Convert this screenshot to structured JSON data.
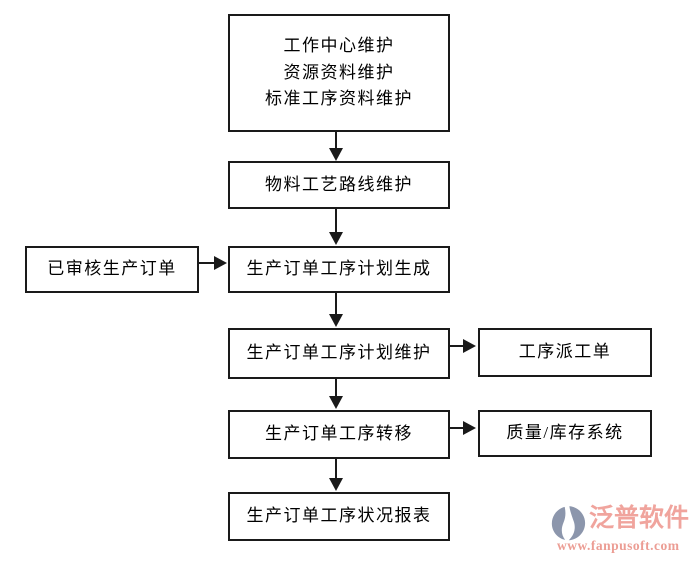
{
  "diagram": {
    "title": "production-order-process-flow",
    "nodes": {
      "master_data": {
        "line1": "工作中心维护",
        "line2": "资源资料维护",
        "line3": "标准工序资料维护"
      },
      "routing": {
        "label": "物料工艺路线维护"
      },
      "approved_order": {
        "label": "已审核生产订单"
      },
      "plan_generate": {
        "label": "生产订单工序计划生成"
      },
      "plan_maintain": {
        "label": "生产订单工序计划维护"
      },
      "dispatch": {
        "label": "工序派工单"
      },
      "transfer": {
        "label": "生产订单工序转移"
      },
      "quality_inventory": {
        "label": "质量/库存系统"
      },
      "status_report": {
        "label": "生产订单工序状况报表"
      }
    },
    "edges": [
      {
        "from": "master_data",
        "to": "routing",
        "direction": "down"
      },
      {
        "from": "routing",
        "to": "plan_generate",
        "direction": "down"
      },
      {
        "from": "approved_order",
        "to": "plan_generate",
        "direction": "right"
      },
      {
        "from": "plan_generate",
        "to": "plan_maintain",
        "direction": "down"
      },
      {
        "from": "plan_maintain",
        "to": "dispatch",
        "direction": "right"
      },
      {
        "from": "plan_maintain",
        "to": "transfer",
        "direction": "down"
      },
      {
        "from": "transfer",
        "to": "quality_inventory",
        "direction": "right"
      },
      {
        "from": "transfer",
        "to": "status_report",
        "direction": "down"
      }
    ]
  },
  "watermark": {
    "brand": "泛普软件",
    "url": "www.fanpusoft.com"
  },
  "colors": {
    "background": "#ffffff",
    "line": "#1a1a1a",
    "box_fill": "#ffffff",
    "watermark_text": "#f0a49d",
    "watermark_url": "#ec9d94",
    "watermark_logo": "#8c96ac"
  }
}
